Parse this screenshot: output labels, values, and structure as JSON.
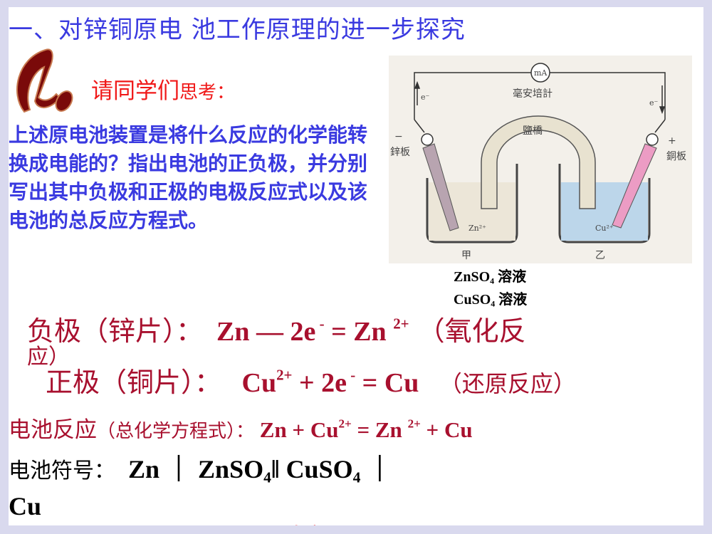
{
  "title": "一、对锌铜原电  池工作原理的进一步探究",
  "prompt": {
    "main": "请同学们",
    "small": "思考："
  },
  "question": "上述原电池装置是将什么反应的化学能转换成电能的？指出电池的正负极，并分别写出其中负极和正极的电极反应式以及该电池的总反应方程式。",
  "diagram": {
    "meter": "mA",
    "meter_label": "毫安培計",
    "electron_left": "e⁻",
    "electron_right": "e⁻",
    "salt_bridge": "鹽橋",
    "zn_plate": "鋅板",
    "cu_plate": "銅板",
    "minus": "−",
    "plus": "+",
    "zn_ion": "Zn²⁺",
    "cu_ion": "Cu²⁺",
    "beaker_left": "甲",
    "beaker_right": "乙",
    "colors": {
      "zn_solution": "#ece6d8",
      "cu_solution": "#bcd6ea",
      "zn_plate": "#b8a4b0",
      "cu_plate": "#ec9cc4"
    }
  },
  "solutions": {
    "zn": {
      "formula": "ZnSO",
      "sub": "4",
      "label": "溶液"
    },
    "cu": {
      "formula": "CuSO",
      "sub": "4",
      "label": "溶液"
    }
  },
  "negative": {
    "label": "负极（锌片）：",
    "eq1": "Zn  — 2e",
    "sup1": " -",
    "eq2": " = Zn ",
    "sup2": "2+",
    "note": "  （氧化反",
    "note_wrap": "应）"
  },
  "positive": {
    "label": "正极（铜片）：",
    "eq1": "Cu",
    "sup1": "2+",
    "eq2": " + 2e",
    "sup2": " -",
    "eq3": " =  Cu",
    "note": "（还原反应）"
  },
  "cell_reaction": {
    "label": "电池反应",
    "paren": "（总化学方程式）：",
    "eq1": " Zn + Cu",
    "sup1": "2+",
    "eq2": " = Zn ",
    "sup2": "2+",
    "eq3": " + Cu"
  },
  "cell_symbol": {
    "label": "电池符号：",
    "s1": "Zn  ｜  ZnSO",
    "sub1": "4",
    "s2": "‖ CuSO",
    "sub2": "4",
    "s3": " ｜",
    "s4": "Cu"
  },
  "bottom_partial": "负极",
  "colors": {
    "title": "#3a3ae0",
    "prompt": "#f01818",
    "equations": "#a8102e",
    "border": "#d9d9ee"
  }
}
